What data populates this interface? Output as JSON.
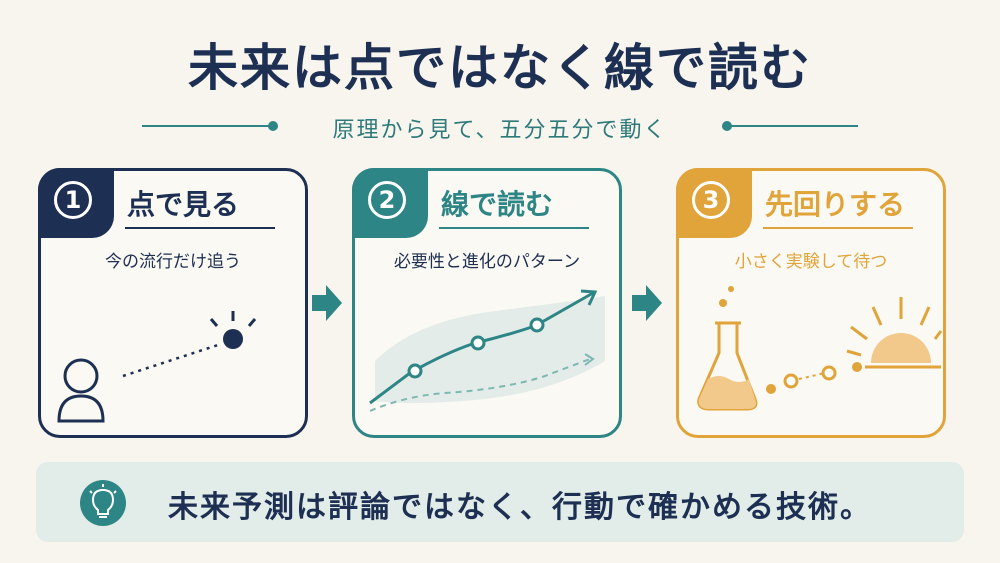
{
  "header": {
    "title": "未来は点ではなく線で読む",
    "subtitle": "原理から見て、五分五分で動く"
  },
  "steps": [
    {
      "number": "1",
      "title": "点で見る",
      "desc": "今の流行だけ追う",
      "color": "#1d2f52"
    },
    {
      "number": "2",
      "title": "線で読む",
      "desc": "必要性と進化のパターン",
      "color": "#2e8585"
    },
    {
      "number": "3",
      "title": "先回りする",
      "desc": "小さく実験して待つ",
      "color": "#e0a43a"
    }
  ],
  "footer": {
    "message": "未来予測は評論ではなく、行動で確かめる技術。"
  },
  "icons": [
    "person-icon",
    "dot-icon",
    "trend-line-icon",
    "arrow-right-icon",
    "flask-icon",
    "sun-icon",
    "lightbulb-icon"
  ]
}
